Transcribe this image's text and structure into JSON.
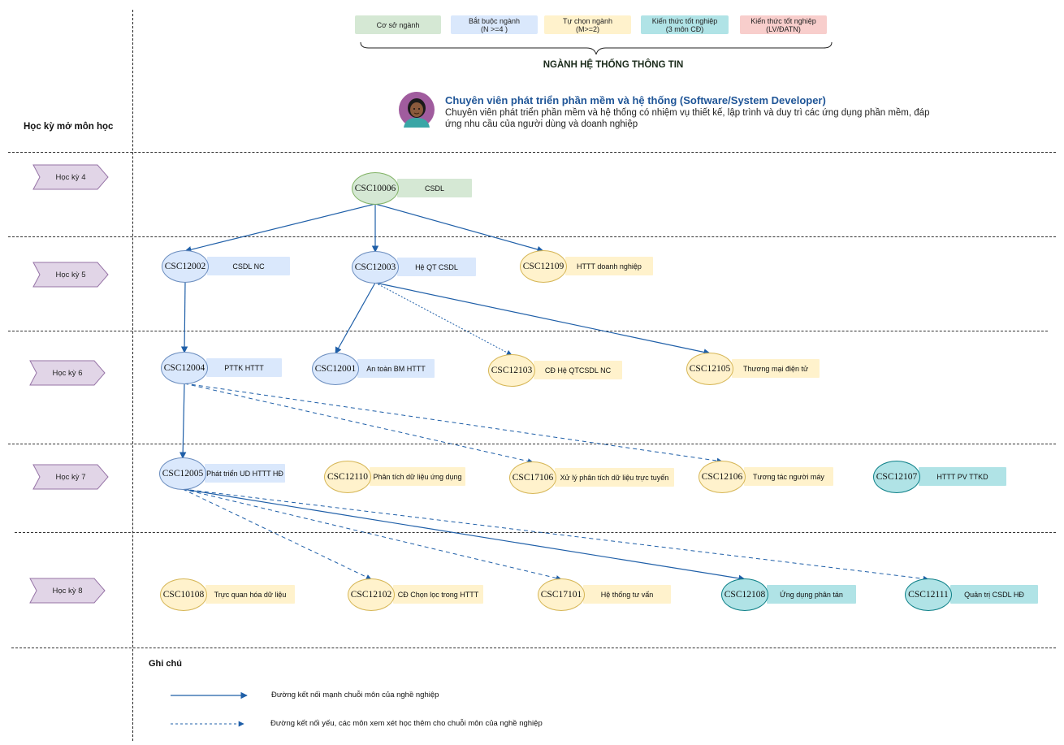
{
  "legend": [
    {
      "text": "Cơ sở ngành",
      "color": "#d5e8d4"
    },
    {
      "text": "Bắt buộc ngành\n(N >=4 )",
      "color": "#dae8fc"
    },
    {
      "text": "Tự chọn ngành\n(M>=2)",
      "color": "#fff2cc"
    },
    {
      "text": "Kiến thức tốt nghiệp\n(3 môn CĐ)",
      "color": "#b0e3e6"
    },
    {
      "text": "Kiến thức  tốt nghiệp\n(LV/ĐATN)",
      "color": "#f8cecc"
    }
  ],
  "major_title": "NGÀNH HỆ THỐNG THÔNG TIN",
  "side_title": "Học kỳ mở môn học",
  "career": {
    "title": "Chuyên viên phát triển phần mềm và hệ thống (Software/System Developer)",
    "description": "Chuyên viên phát triển phần mềm và hệ thống có nhiệm vụ thiết kế, lập trình và duy trì các ứng dụng phần mềm, đáp ứng nhu cầu của người dùng và doanh nghiệp",
    "avatar_icon": "developer-avatar-icon"
  },
  "semesters": [
    "Học kỳ 4",
    "Học kỳ 5",
    "Học kỳ 6",
    "Học kỳ 7",
    "Học kỳ 8"
  ],
  "courses": {
    "c10006": {
      "code": "CSC10006",
      "name": "CSDL"
    },
    "c12002": {
      "code": "CSC12002",
      "name": "CSDL NC"
    },
    "c12003": {
      "code": "CSC12003",
      "name": "Hệ QT CSDL"
    },
    "c12109": {
      "code": "CSC12109",
      "name": "HTTT doanh nghiệp"
    },
    "c12004": {
      "code": "CSC12004",
      "name": "PTTK HTTT"
    },
    "c12001": {
      "code": "CSC12001",
      "name": "An toàn BM HTTT"
    },
    "c12103": {
      "code": "CSC12103",
      "name": "CĐ Hệ QTCSDL NC"
    },
    "c12105": {
      "code": "CSC12105",
      "name": "Thương mại điện tử"
    },
    "c12005": {
      "code": "CSC12005",
      "name": "Phát triển UD HTTT HĐ"
    },
    "c12110": {
      "code": "CSC12110",
      "name": "Phân tích dữ liệu ứng dụng"
    },
    "c17106": {
      "code": "CSC17106",
      "name": "Xử lý phân tích dữ liệu trực tuyến"
    },
    "c12106": {
      "code": "CSC12106",
      "name": "Tương tác người máy"
    },
    "c12107": {
      "code": "CSC12107",
      "name": "HTTT PV TTKD"
    },
    "c10108": {
      "code": "CSC10108",
      "name": "Trực quan hóa dữ liệu"
    },
    "c12102": {
      "code": "CSC12102",
      "name": "CĐ Chọn lọc trong HTTT"
    },
    "c17101": {
      "code": "CSC17101",
      "name": "Hệ thống tư vấn"
    },
    "c12108": {
      "code": "CSC12108",
      "name": "Ứng dụng phân tán"
    },
    "c12111": {
      "code": "CSC12111",
      "name": "Quản trị CSDL HĐ"
    }
  },
  "edges": [
    {
      "from": "CSC10006",
      "to": "CSC12002",
      "style": "strong"
    },
    {
      "from": "CSC10006",
      "to": "CSC12003",
      "style": "strong"
    },
    {
      "from": "CSC10006",
      "to": "CSC12109",
      "style": "strong"
    },
    {
      "from": "CSC12002",
      "to": "CSC12004",
      "style": "strong"
    },
    {
      "from": "CSC12003",
      "to": "CSC12001",
      "style": "strong"
    },
    {
      "from": "CSC12003",
      "to": "CSC12103",
      "style": "weak"
    },
    {
      "from": "CSC12003",
      "to": "CSC12105",
      "style": "strong"
    },
    {
      "from": "CSC12004",
      "to": "CSC12005",
      "style": "strong"
    },
    {
      "from": "CSC12004",
      "to": "CSC17106",
      "style": "weak"
    },
    {
      "from": "CSC12004",
      "to": "CSC12106",
      "style": "weak"
    },
    {
      "from": "CSC12005",
      "to": "CSC12102",
      "style": "weak"
    },
    {
      "from": "CSC12005",
      "to": "CSC17101",
      "style": "weak"
    },
    {
      "from": "CSC12005",
      "to": "CSC12108",
      "style": "strong"
    },
    {
      "from": "CSC12005",
      "to": "CSC12111",
      "style": "weak"
    }
  ],
  "notes": {
    "title": "Ghi chú",
    "strong": "Đường kết nối mạnh chuỗi môn của nghề nghiệp",
    "weak": "Đường kết nối yếu, các môn xem xét học thêm cho chuỗi môn của nghề nghiệp"
  },
  "colors": {
    "edge": "#1f5fa8",
    "semester_fill": "#e1d5e7",
    "semester_stroke": "#9673a6"
  }
}
